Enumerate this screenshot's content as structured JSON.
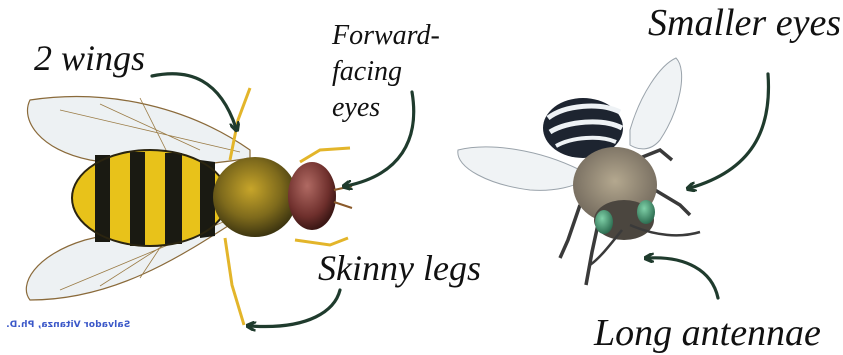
{
  "labels": {
    "two_wings": "2 wings",
    "forward_facing_eyes": "Forward-\nfacing\neyes",
    "skinny_legs": "Skinny legs",
    "smaller_eyes": "Smaller eyes",
    "long_antennae": "Long antennae"
  },
  "credit": "Salvador Vitanza, Ph.D.",
  "icons": {
    "hoverfly": "hoverfly-illustration",
    "bee": "blue-banded-bee-illustration",
    "arrow": "curved-arrow-icon"
  },
  "colors": {
    "arrow": "#1f3b2d",
    "fly_yellow": "#e8c21a",
    "fly_black": "#1a1a12",
    "fly_eye": "#6e2f2c",
    "bee_band": "#eef2f5",
    "bee_fur": "#8a8070",
    "bee_eye": "#3b8a6a",
    "credit": "#3a57c8"
  }
}
